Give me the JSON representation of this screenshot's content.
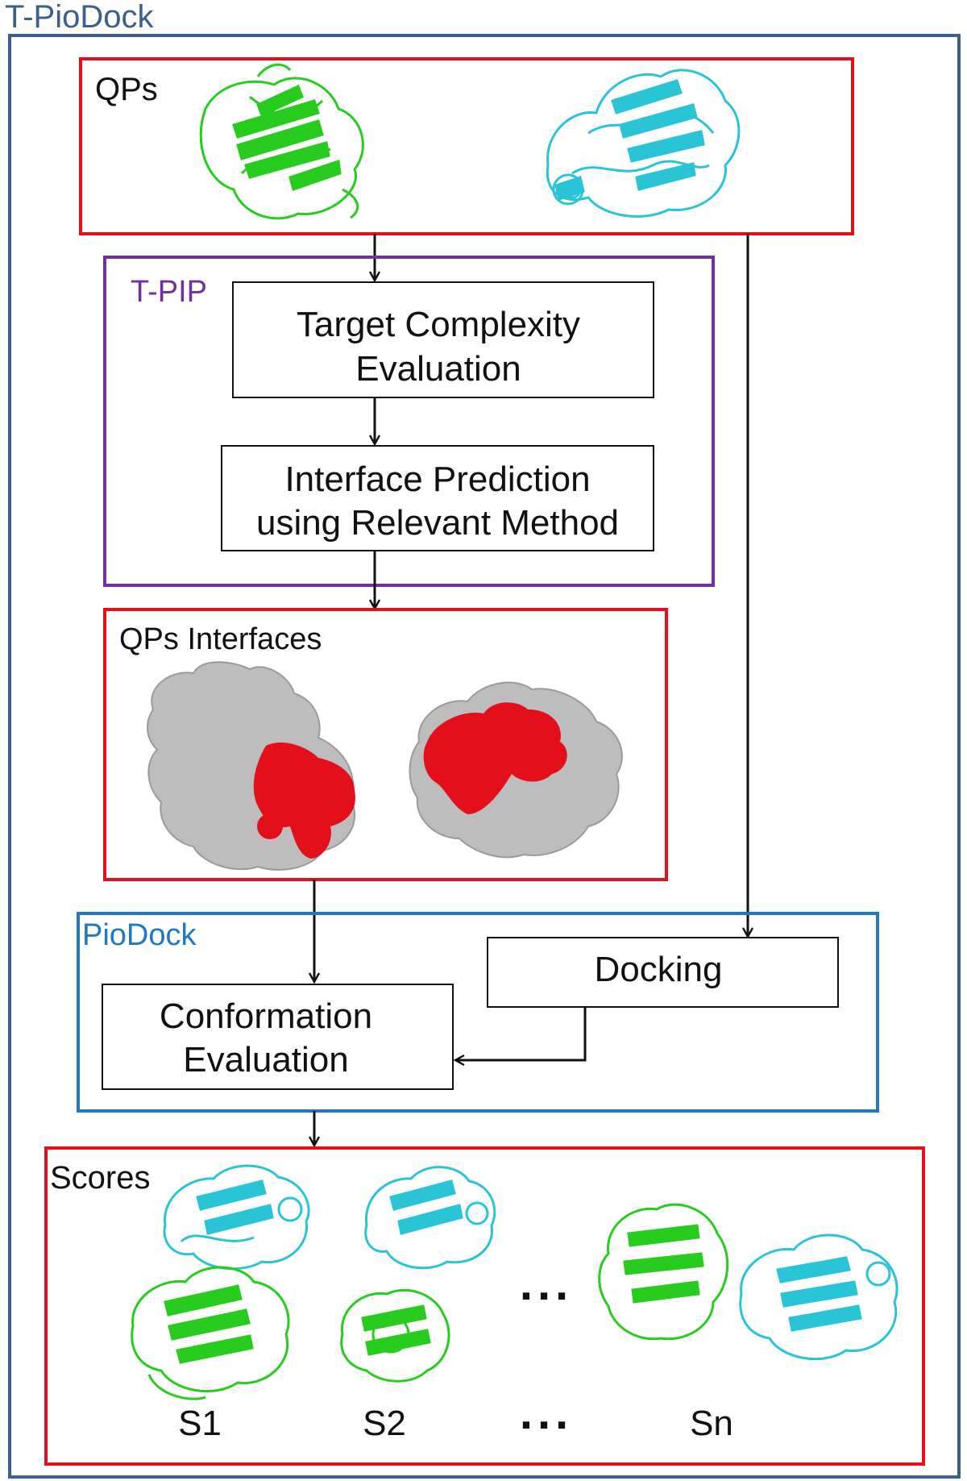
{
  "outer": {
    "title": "T-PioDock",
    "color": "#3f5f8a"
  },
  "qps": {
    "label": "QPs",
    "color": "#e3101c"
  },
  "tpip": {
    "label": "T-PIP",
    "color": "#7030a0",
    "step1": {
      "line1": "Target Complexity",
      "line2": "Evaluation"
    },
    "step2": {
      "line1": "Interface Prediction",
      "line2": "using Relevant Method"
    }
  },
  "interfaces": {
    "label": "QPs Interfaces",
    "color": "#e3101c"
  },
  "piodock": {
    "label": "PioDock",
    "color": "#1f78c1",
    "docking": "Docking",
    "conformation": {
      "line1": "Conformation",
      "line2": "Evaluation"
    }
  },
  "scores": {
    "label": "Scores",
    "color": "#e3101c",
    "ellipsis": "...",
    "items": [
      "S1",
      "S2",
      "Sn"
    ]
  },
  "colors": {
    "green_protein": "#27cc1f",
    "cyan_protein": "#29c4d6",
    "surface_gray": "#bdbdbd",
    "interface_red": "#e3101c"
  },
  "icons": [
    "green-protein-icon",
    "cyan-protein-icon",
    "protein-surface-icon",
    "docked-complex-icon"
  ]
}
